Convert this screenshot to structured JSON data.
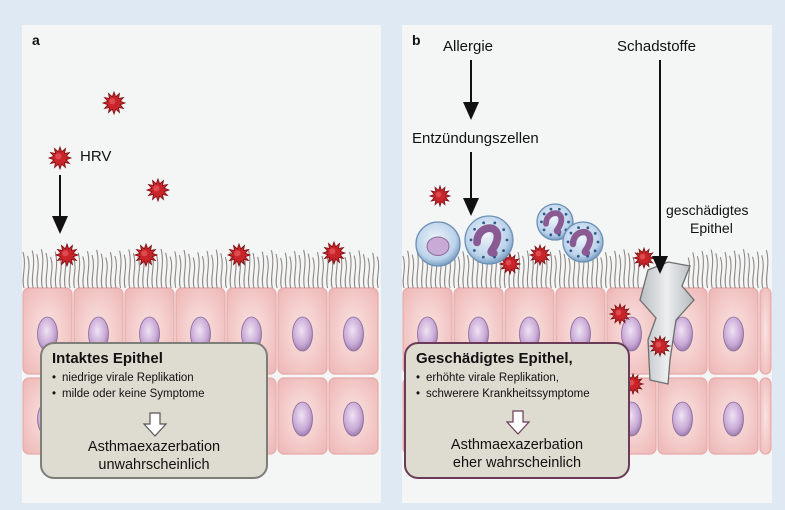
{
  "panel_a": {
    "letter": "a",
    "virus_label": "HRV",
    "box": {
      "title": "Intaktes Epithel",
      "bullets": [
        "niedrige virale Replikation",
        "milde oder keine Symptome"
      ],
      "conclusion_line1": "Asthmaexazerbation",
      "conclusion_line2": "unwahrscheinlich"
    }
  },
  "panel_b": {
    "letter": "b",
    "allergy_label": "Allergie",
    "inflammation_label": "Entzündungszellen",
    "pollutants_label": "Schadstoffe",
    "damaged_label_line1": "geschädigtes",
    "damaged_label_line2": "Epithel",
    "box": {
      "title": "Geschädigtes Epithel,",
      "bullets": [
        "erhöhte virale Replikation,",
        "schwerere Krankheitssymptome"
      ],
      "conclusion_line1": "Asthmaexazerbation",
      "conclusion_line2": "eher wahrscheinlich"
    }
  },
  "colors": {
    "background": "#dfe9f4",
    "panel": "#f4f6f5",
    "epithelium": "#f3c9c8",
    "virus": "#c8242a",
    "box_a_border": "#7d7d7a",
    "box_b_border": "#6a3b56"
  }
}
